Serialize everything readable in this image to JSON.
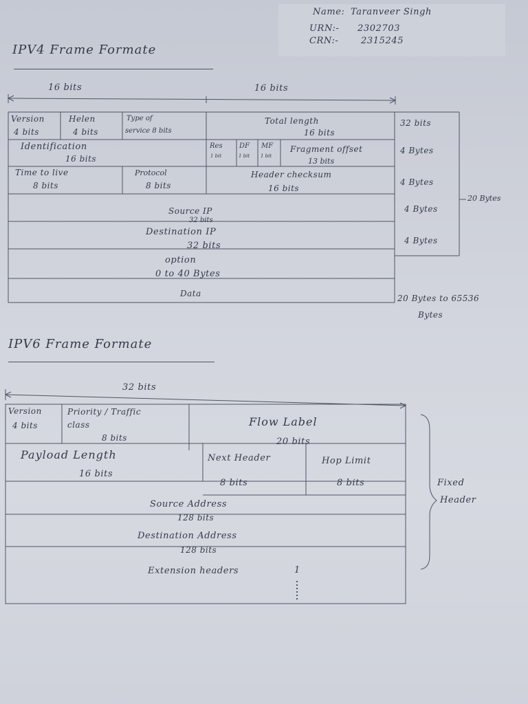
{
  "student": {
    "name_label": "Name:",
    "name_value": "Taranveer Singh",
    "urn_label": "URN:-",
    "urn_value": "2302703",
    "crn_label": "CRN:-",
    "crn_value": "2315245"
  },
  "ipv4": {
    "title": "IPV4 Frame Formate",
    "width_left": "16 bits",
    "width_right": "16 bits",
    "row1": {
      "version": "Version",
      "version_bits": "4 bits",
      "hlen": "Helen",
      "hlen_bits": "4 bits",
      "tos": "Type of",
      "tos2": "service 8 bits",
      "total_length": "Total length",
      "total_length_bits": "16 bits",
      "size": "32 bits"
    },
    "row2": {
      "identification": "Identification",
      "identification_bits": "16 bits",
      "res": "Res",
      "df": "DF",
      "mf": "MF",
      "flag_bit": "1 bit",
      "fragment": "Fragment offset",
      "fragment_bits": "13 bits",
      "size": "4 Bytes"
    },
    "row3": {
      "ttl": "Time to live",
      "ttl_bits": "8 bits",
      "protocol": "Protocol",
      "protocol_bits": "8 bits",
      "checksum": "Header checksum",
      "checksum_bits": "16 bits",
      "size": "4 Bytes"
    },
    "row4": {
      "label": "Source IP",
      "bits": "32 bits",
      "size": "4 Bytes"
    },
    "row5": {
      "label": "Destination IP",
      "bits": "32 bits",
      "size": "4 Bytes"
    },
    "row6": {
      "label": "option",
      "bits": "0 to 40 Bytes"
    },
    "row7": {
      "label": "Data",
      "size": "20 Bytes to 65536",
      "size2": "Bytes"
    },
    "header_total": "20 Bytes"
  },
  "ipv6": {
    "title": "IPV6 Frame Formate",
    "width": "32 bits",
    "row1": {
      "version": "Version",
      "version_bits": "4 bits",
      "priority": "Priority / Traffic",
      "priority2": "class",
      "priority_bits": "8 bits",
      "flow": "Flow Label",
      "flow_bits": "20 bits"
    },
    "row2": {
      "payload": "Payload Length",
      "payload_bits": "16 bits",
      "next": "Next Header",
      "next_bits": "8 bits",
      "hop": "Hop Limit",
      "hop_bits": "8 bits"
    },
    "row3": {
      "label": "Source Address",
      "bits": "128 bits"
    },
    "row4": {
      "label": "Destination Address",
      "bits": "128 bits"
    },
    "row5": {
      "label": "Extension headers",
      "marker": "1"
    },
    "brace_label1": "Fixed",
    "brace_label2": "Header"
  }
}
